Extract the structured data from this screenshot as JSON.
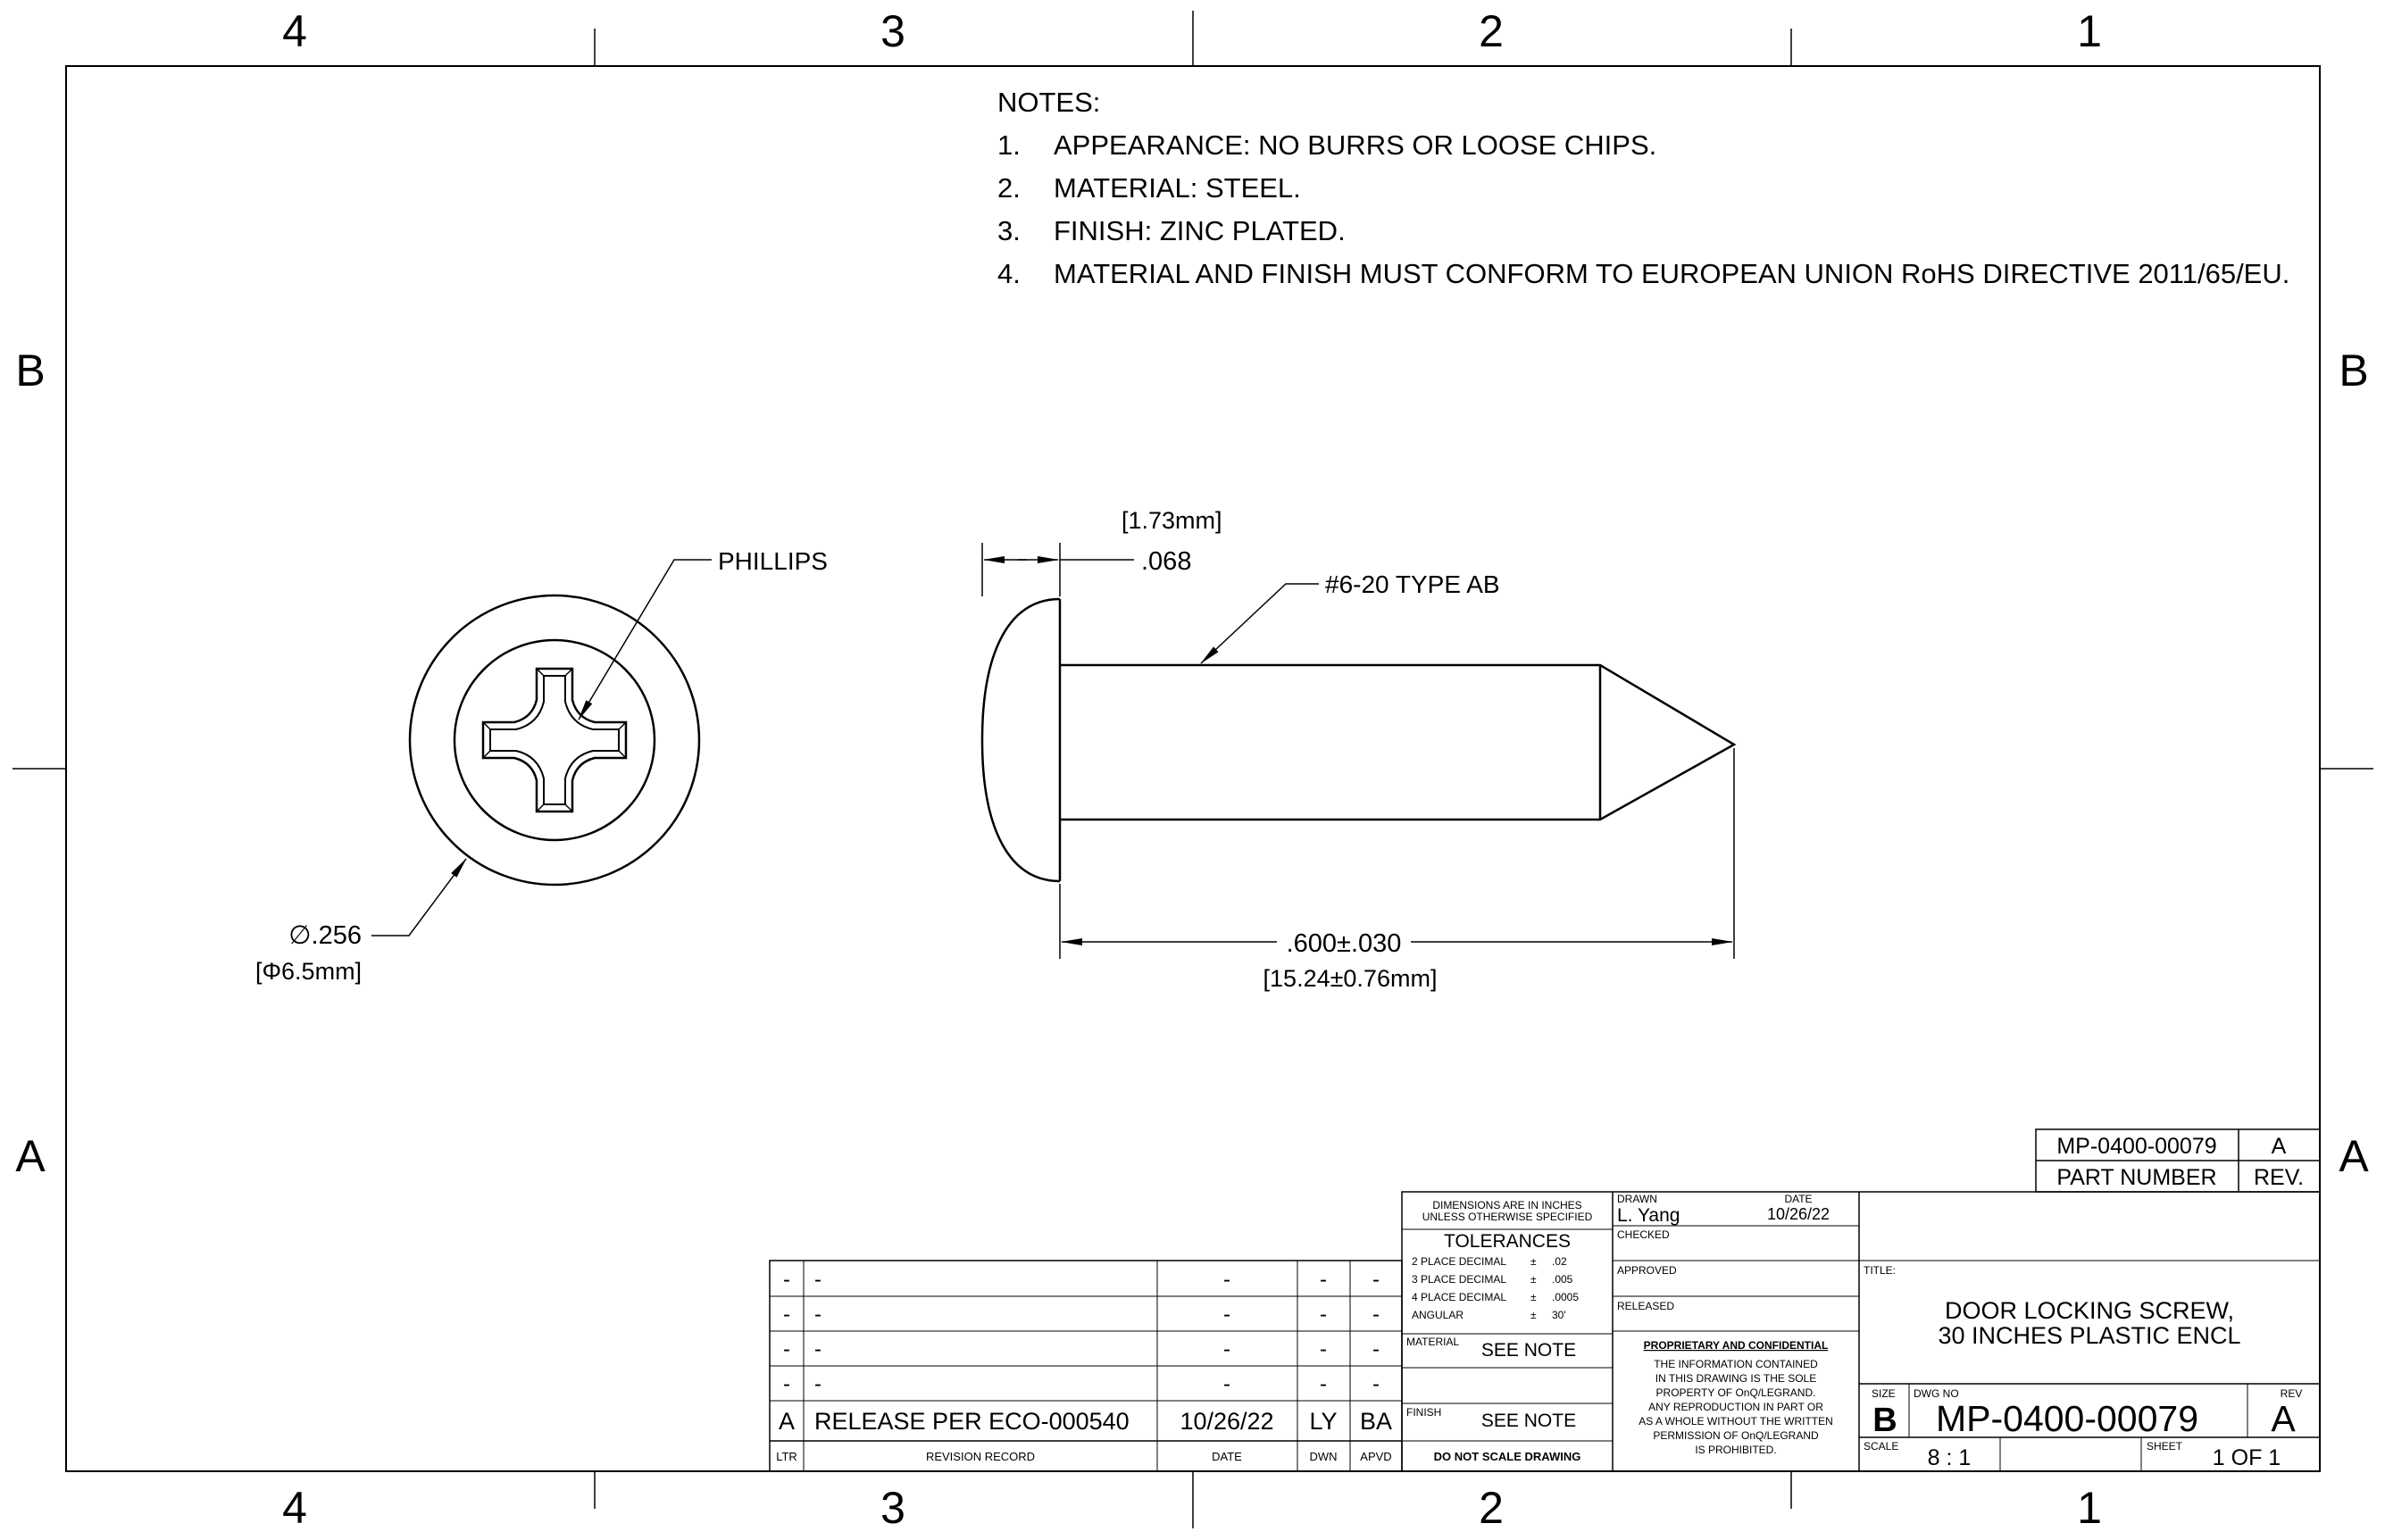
{
  "zones": {
    "columns": [
      "4",
      "3",
      "2",
      "1"
    ],
    "rows": [
      "B",
      "A"
    ]
  },
  "notes": {
    "heading": "NOTES:",
    "items": [
      {
        "num": "1.",
        "text": "APPEARANCE: NO BURRS OR LOOSE CHIPS."
      },
      {
        "num": "2.",
        "text": "MATERIAL: STEEL."
      },
      {
        "num": "3.",
        "text": "FINISH: ZINC PLATED."
      },
      {
        "num": "4.",
        "text": "MATERIAL AND FINISH MUST CONFORM TO EUROPEAN UNION RoHS DIRECTIVE 2011/65/EU."
      }
    ]
  },
  "views": {
    "end_view": {
      "callout": "PHILLIPS",
      "diameter": "∅.256",
      "diameter_metric": "[Φ6.5mm]"
    },
    "side_view": {
      "head_height_metric": "[1.73mm]",
      "head_height": ".068",
      "thread_callout": "#6-20 TYPE AB",
      "length": ".600±.030",
      "length_metric": "[15.24±0.76mm]"
    }
  },
  "title_block": {
    "part_number_box": {
      "value": "MP-0400-00079",
      "rev": "A",
      "label": "PART NUMBER",
      "rev_label": "REV."
    },
    "units_note": [
      "DIMENSIONS ARE IN INCHES",
      "UNLESS OTHERWISE SPECIFIED"
    ],
    "tolerances": {
      "heading": "TOLERANCES",
      "rows": [
        {
          "label": "2 PLACE DECIMAL",
          "pm": "±",
          "value": ".02"
        },
        {
          "label": "3 PLACE DECIMAL",
          "pm": "±",
          "value": ".005"
        },
        {
          "label": "4 PLACE DECIMAL",
          "pm": "±",
          "value": ".0005"
        },
        {
          "label": "ANGULAR",
          "pm": "±",
          "value": "30'"
        }
      ]
    },
    "material_label": "MATERIAL",
    "material_value": "SEE NOTE",
    "finish_label": "FINISH",
    "finish_value": "SEE NOTE",
    "do_not_scale": "DO NOT SCALE DRAWING",
    "drawn_label": "DRAWN",
    "drawn_by": "L. Yang",
    "date_label": "DATE",
    "drawn_date": "10/26/22",
    "checked_label": "CHECKED",
    "approved_label": "APPROVED",
    "released_label": "RELEASED",
    "proprietary_heading": "PROPRIETARY AND CONFIDENTIAL",
    "proprietary_lines": [
      "THE INFORMATION CONTAINED",
      "IN THIS DRAWING IS THE SOLE",
      "PROPERTY OF OnQ/LEGRAND.",
      "ANY REPRODUCTION IN PART OR",
      "AS A WHOLE WITHOUT THE WRITTEN",
      "PERMISSION OF OnQ/LEGRAND",
      "IS PROHIBITED."
    ],
    "title_label": "TITLE:",
    "title_lines": [
      "DOOR LOCKING SCREW,",
      "30 INCHES PLASTIC ENCL"
    ],
    "size_label": "SIZE",
    "size_value": "B",
    "dwg_no_label": "DWG  NO",
    "dwg_no": "MP-0400-00079",
    "rev_label": "REV",
    "rev_value": "A",
    "scale_label": "SCALE",
    "scale_value": "8 : 1",
    "sheet_label": "SHEET",
    "sheet_value": "1 OF 1"
  },
  "revision_block": {
    "headers": {
      "ltr": "LTR",
      "record": "REVISION RECORD",
      "date": "DATE",
      "dwn": "DWN",
      "apvd": "APVD"
    },
    "rows": [
      {
        "ltr": "-",
        "record": "-",
        "date": "-",
        "dwn": "-",
        "apvd": "-"
      },
      {
        "ltr": "-",
        "record": "-",
        "date": "-",
        "dwn": "-",
        "apvd": "-"
      },
      {
        "ltr": "-",
        "record": "-",
        "date": "-",
        "dwn": "-",
        "apvd": "-"
      },
      {
        "ltr": "-",
        "record": "-",
        "date": "-",
        "dwn": "-",
        "apvd": "-"
      },
      {
        "ltr": "A",
        "record": "RELEASE PER ECO-000540",
        "date": "10/26/22",
        "dwn": "LY",
        "apvd": "BA"
      }
    ]
  }
}
